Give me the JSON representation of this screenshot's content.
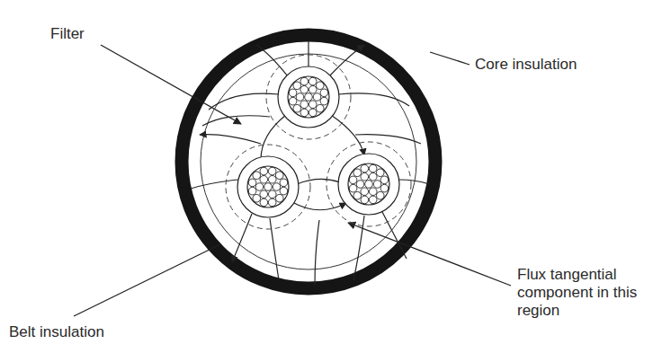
{
  "diagram": {
    "labels": [
      "Filter",
      "Core insulation",
      "Belt insulation",
      "Flux tangential component in this region"
    ]
  }
}
